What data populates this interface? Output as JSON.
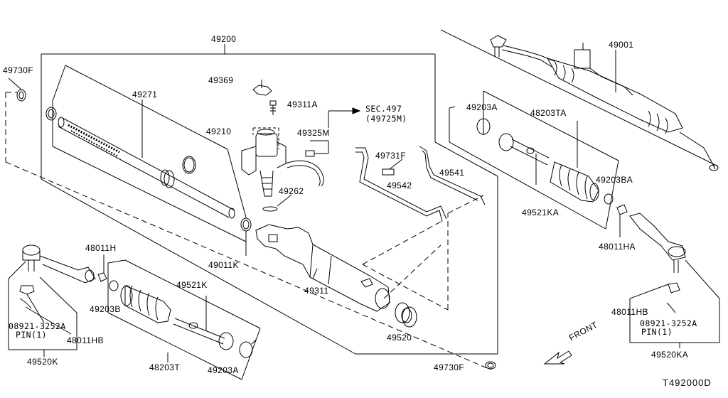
{
  "diagram": {
    "part_labels": {
      "p49200": "49200",
      "p49730f_top": "49730F",
      "p49271": "49271",
      "p49369": "49369",
      "p49311a": "49311A",
      "p49210": "49210",
      "p49325m": "49325M",
      "sec_ref": "SEC.497",
      "sec_ref_sub": "(49725M)",
      "p49731f": "49731F",
      "p49541": "49541",
      "p49542": "49542",
      "p49262": "49262",
      "p49011k": "49011K",
      "p49311": "49311",
      "p49520": "49520",
      "p49730f_bottom": "49730F",
      "p48011h": "48011H",
      "p49521k": "49521K",
      "p49203b": "49203B",
      "p08921_left": "08921-3252A",
      "pin_left": "PIN(1)",
      "p48011hb_left": "48011HB",
      "p49520k": "49520K",
      "p48203t": "48203T",
      "p49203a_bottom": "49203A",
      "p49001": "49001",
      "p49203a_right": "49203A",
      "p48203ta": "48203TA",
      "p49203ba": "49203BA",
      "p49521ka": "49521KA",
      "p48011ha": "48011HA",
      "p48011hb_right": "48011HB",
      "p08921_right": "08921-3252A",
      "pin_right": "PIN(1)",
      "p49520ka": "49520KA",
      "front": "FRONT"
    },
    "diagram_code": "T492000D"
  }
}
